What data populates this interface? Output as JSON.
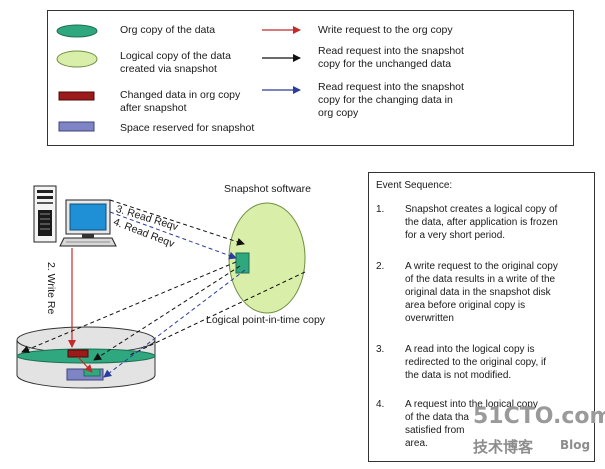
{
  "colors": {
    "org_copy": "#2fa87f",
    "logical_copy": "#d9eea8",
    "changed_data": "#9c1a1a",
    "reserved_space": "#7f85c4",
    "write_arrow": "#c42a2a",
    "read_unchanged_arrow": "#111111",
    "read_changing_arrow": "#2b3c9e",
    "disk_fill": "#e3e3e3"
  },
  "legend": {
    "items": [
      {
        "label": "Org copy of the data",
        "swatch": "org-copy-ellipse"
      },
      {
        "label_lines": [
          "Logical copy of the data",
          "created via snapshot"
        ],
        "swatch": "logical-copy-ellipse"
      },
      {
        "label_lines": [
          "Changed data in org copy",
          "after snapshot"
        ],
        "swatch": "changed-data-rect"
      },
      {
        "label": "Space reserved for snapshot",
        "swatch": "reserved-space-rect"
      }
    ],
    "arrows": [
      {
        "label": "Write request to the org copy",
        "kind": "write"
      },
      {
        "label_lines": [
          "Read request into the snapshot",
          "copy for the unchanged data"
        ],
        "kind": "read-unchanged"
      },
      {
        "label_lines": [
          "Read request into the snapshot",
          "copy for the changing data in",
          "org copy"
        ],
        "kind": "read-changing"
      }
    ]
  },
  "diagram": {
    "snapshot_software_label": "Snapshot software",
    "logical_copy_label": "Logical point-in-time copy",
    "read_3_label": "3. Read Reqv",
    "read_4_label": "4. Read Reqv",
    "write_2_label": "2. Write Re",
    "computer_icon": "desktop-computer-icon",
    "disk_icon": "disk-cylinder-icon"
  },
  "events": {
    "title": "Event Sequence:",
    "items": [
      {
        "number": "1.",
        "lines": [
          "Snapshot creates a logical copy of",
          "the data, after application is frozen",
          "for a very short period."
        ]
      },
      {
        "number": "2.",
        "lines": [
          "A write request to the original copy",
          "of the data results in a write of the",
          "original data in the snapshot disk",
          "area before original copy is",
          "overwritten"
        ]
      },
      {
        "number": "3.",
        "lines": [
          "A read into the logical copy is",
          "redirected to the original copy, if",
          "the data is not modified."
        ]
      },
      {
        "number": "4.",
        "lines": [
          "A request into the logical copy",
          "of the data tha",
          "satisfied from",
          "area."
        ]
      }
    ]
  },
  "watermark": {
    "brand": "51CTO.com",
    "subtitle": "技术博客",
    "blog": "Blog"
  }
}
